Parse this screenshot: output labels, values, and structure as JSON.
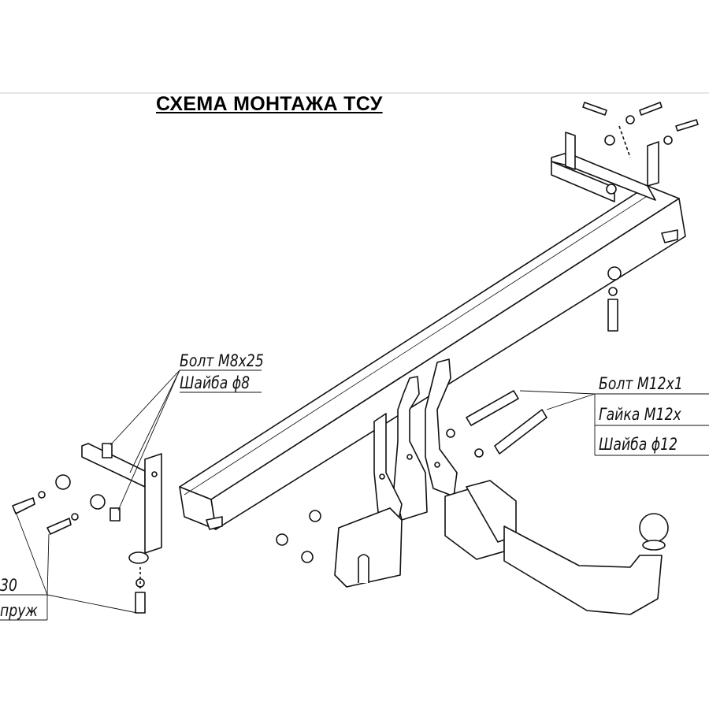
{
  "title": "СХЕМА МОНТАЖА ТСУ",
  "labels": {
    "left_upper": {
      "bolt": "Болт M8x25",
      "washer": "Шайба ϕ8"
    },
    "right": {
      "bolt": "Болт M12x1",
      "nut": "Гайка M12x",
      "washer": "Шайба ϕ12"
    },
    "left_lower": {
      "line1": "30",
      "line2": "пруж"
    }
  }
}
